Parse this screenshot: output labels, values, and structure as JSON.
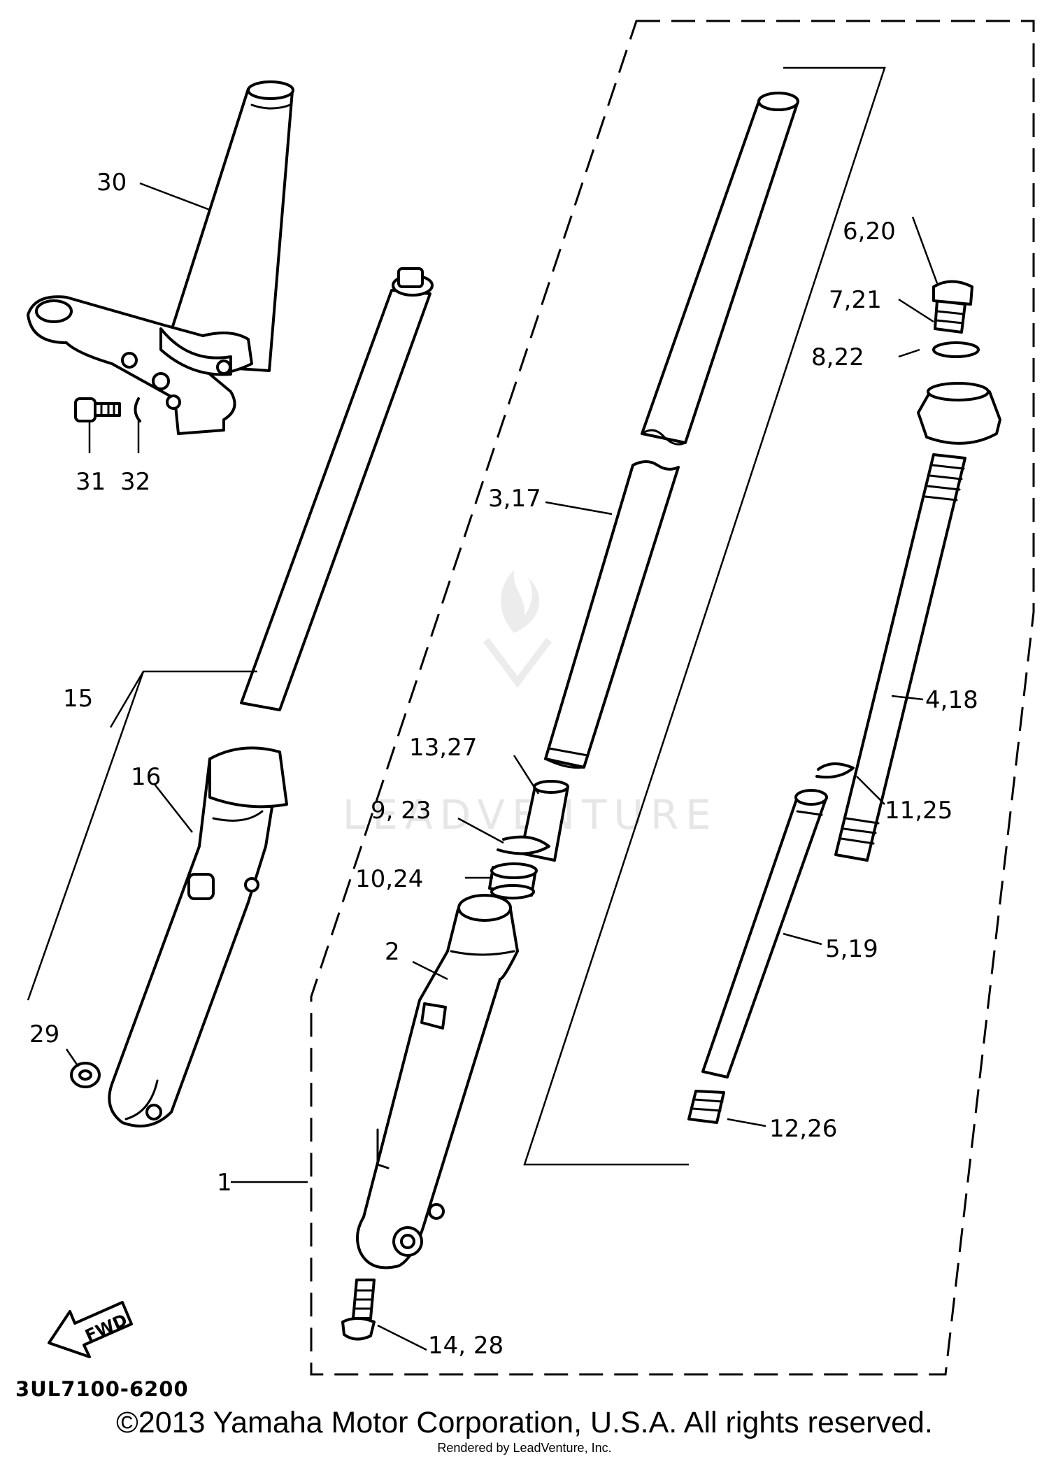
{
  "diagram": {
    "callouts": {
      "c30": "30",
      "c31": "31",
      "c32": "32",
      "c15": "15",
      "c16": "16",
      "c29": "29",
      "c1": "1",
      "c2": "2",
      "c3_17": "3,17",
      "c13_27": "13,27",
      "c9_23": "9, 23",
      "c10_24": "10,24",
      "c14_28": "14, 28",
      "c6_20": "6,20",
      "c7_21": "7,21",
      "c8_22": "8,22",
      "c4_18": "4,18",
      "c11_25": "11,25",
      "c5_19": "5,19",
      "c12_26": "12,26"
    },
    "fwd_label": "FWD",
    "diagram_code": "3UL7100-6200",
    "watermark": "LEADVENTURE"
  },
  "footer": {
    "copyright": "©2013 Yamaha Motor Corporation, U.S.A. All rights reserved.",
    "rendered_by": "Rendered by LeadVenture, Inc."
  }
}
